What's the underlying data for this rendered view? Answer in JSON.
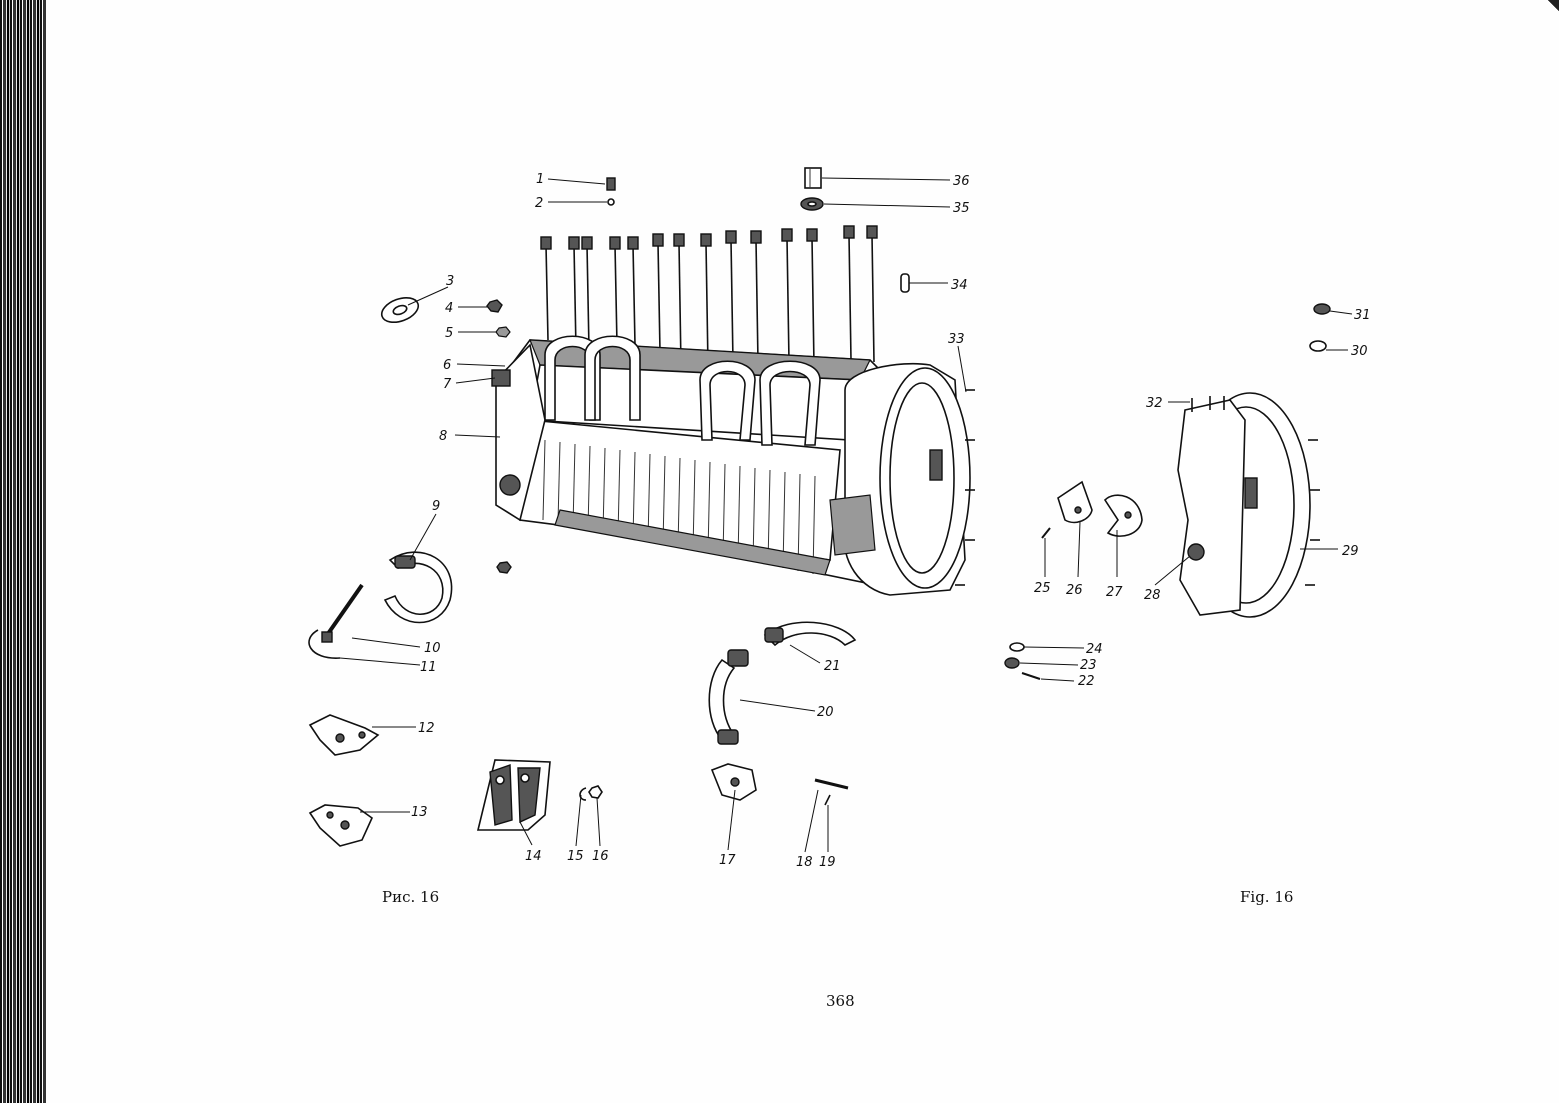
{
  "captions": {
    "left": "Рис. 16",
    "right": "Fig. 16"
  },
  "page_number": "368",
  "callouts": [
    "1",
    "2",
    "3",
    "4",
    "5",
    "6",
    "7",
    "8",
    "9",
    "10",
    "11",
    "12",
    "13",
    "14",
    "15",
    "16",
    "17",
    "18",
    "19",
    "20",
    "21",
    "22",
    "23",
    "24",
    "25",
    "26",
    "27",
    "28",
    "29",
    "30",
    "31",
    "32",
    "33",
    "34",
    "35",
    "36"
  ]
}
